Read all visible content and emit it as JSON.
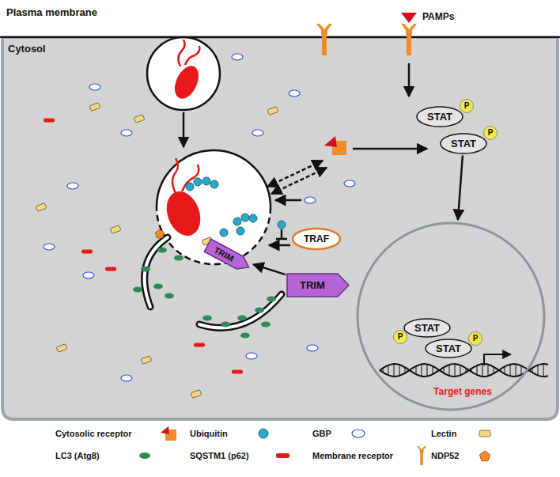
{
  "diagram": {
    "nodes": [
      {
        "text": [
          "STAT"
        ]
      },
      {
        "text": [
          "STAT"
        ]
      },
      {
        "text": [
          "Target genes"
        ]
      },
      {
        "text": [
          "STAT"
        ],
        "in": 2
      },
      {
        "text": [
          "STAT"
        ],
        "in": 2
      },
      {
        "text": [
          "TRAF"
        ]
      },
      {
        "text": [
          "TRIM"
        ]
      },
      {
        "text": [
          "TRIM"
        ]
      }
    ],
    "edges": [
      {
        "from": 1,
        "to": 2,
        "arrow": "to"
      },
      {
        "from": 6,
        "to": 7,
        "arrow": "to"
      }
    ],
    "labels": [
      "Plasma membrane",
      "Cytosol",
      "PAMPs",
      "P",
      "P",
      "P",
      "P"
    ],
    "legend": [
      {
        "text": "Cytosolic receptor"
      },
      {
        "text": "Ubiquitin",
        "color": "#29a8c8"
      },
      {
        "text": "GBP"
      },
      {
        "text": "Lectin",
        "color": "#f7d57a"
      },
      {
        "text": "LC3 (Atg8)",
        "color": "#2e8b57"
      },
      {
        "text": "SQSTM1 (p62)",
        "color": "#e8191b"
      },
      {
        "text": "Membrane receptor"
      },
      {
        "text": "NDP52",
        "color": "#f08a2a"
      }
    ]
  }
}
